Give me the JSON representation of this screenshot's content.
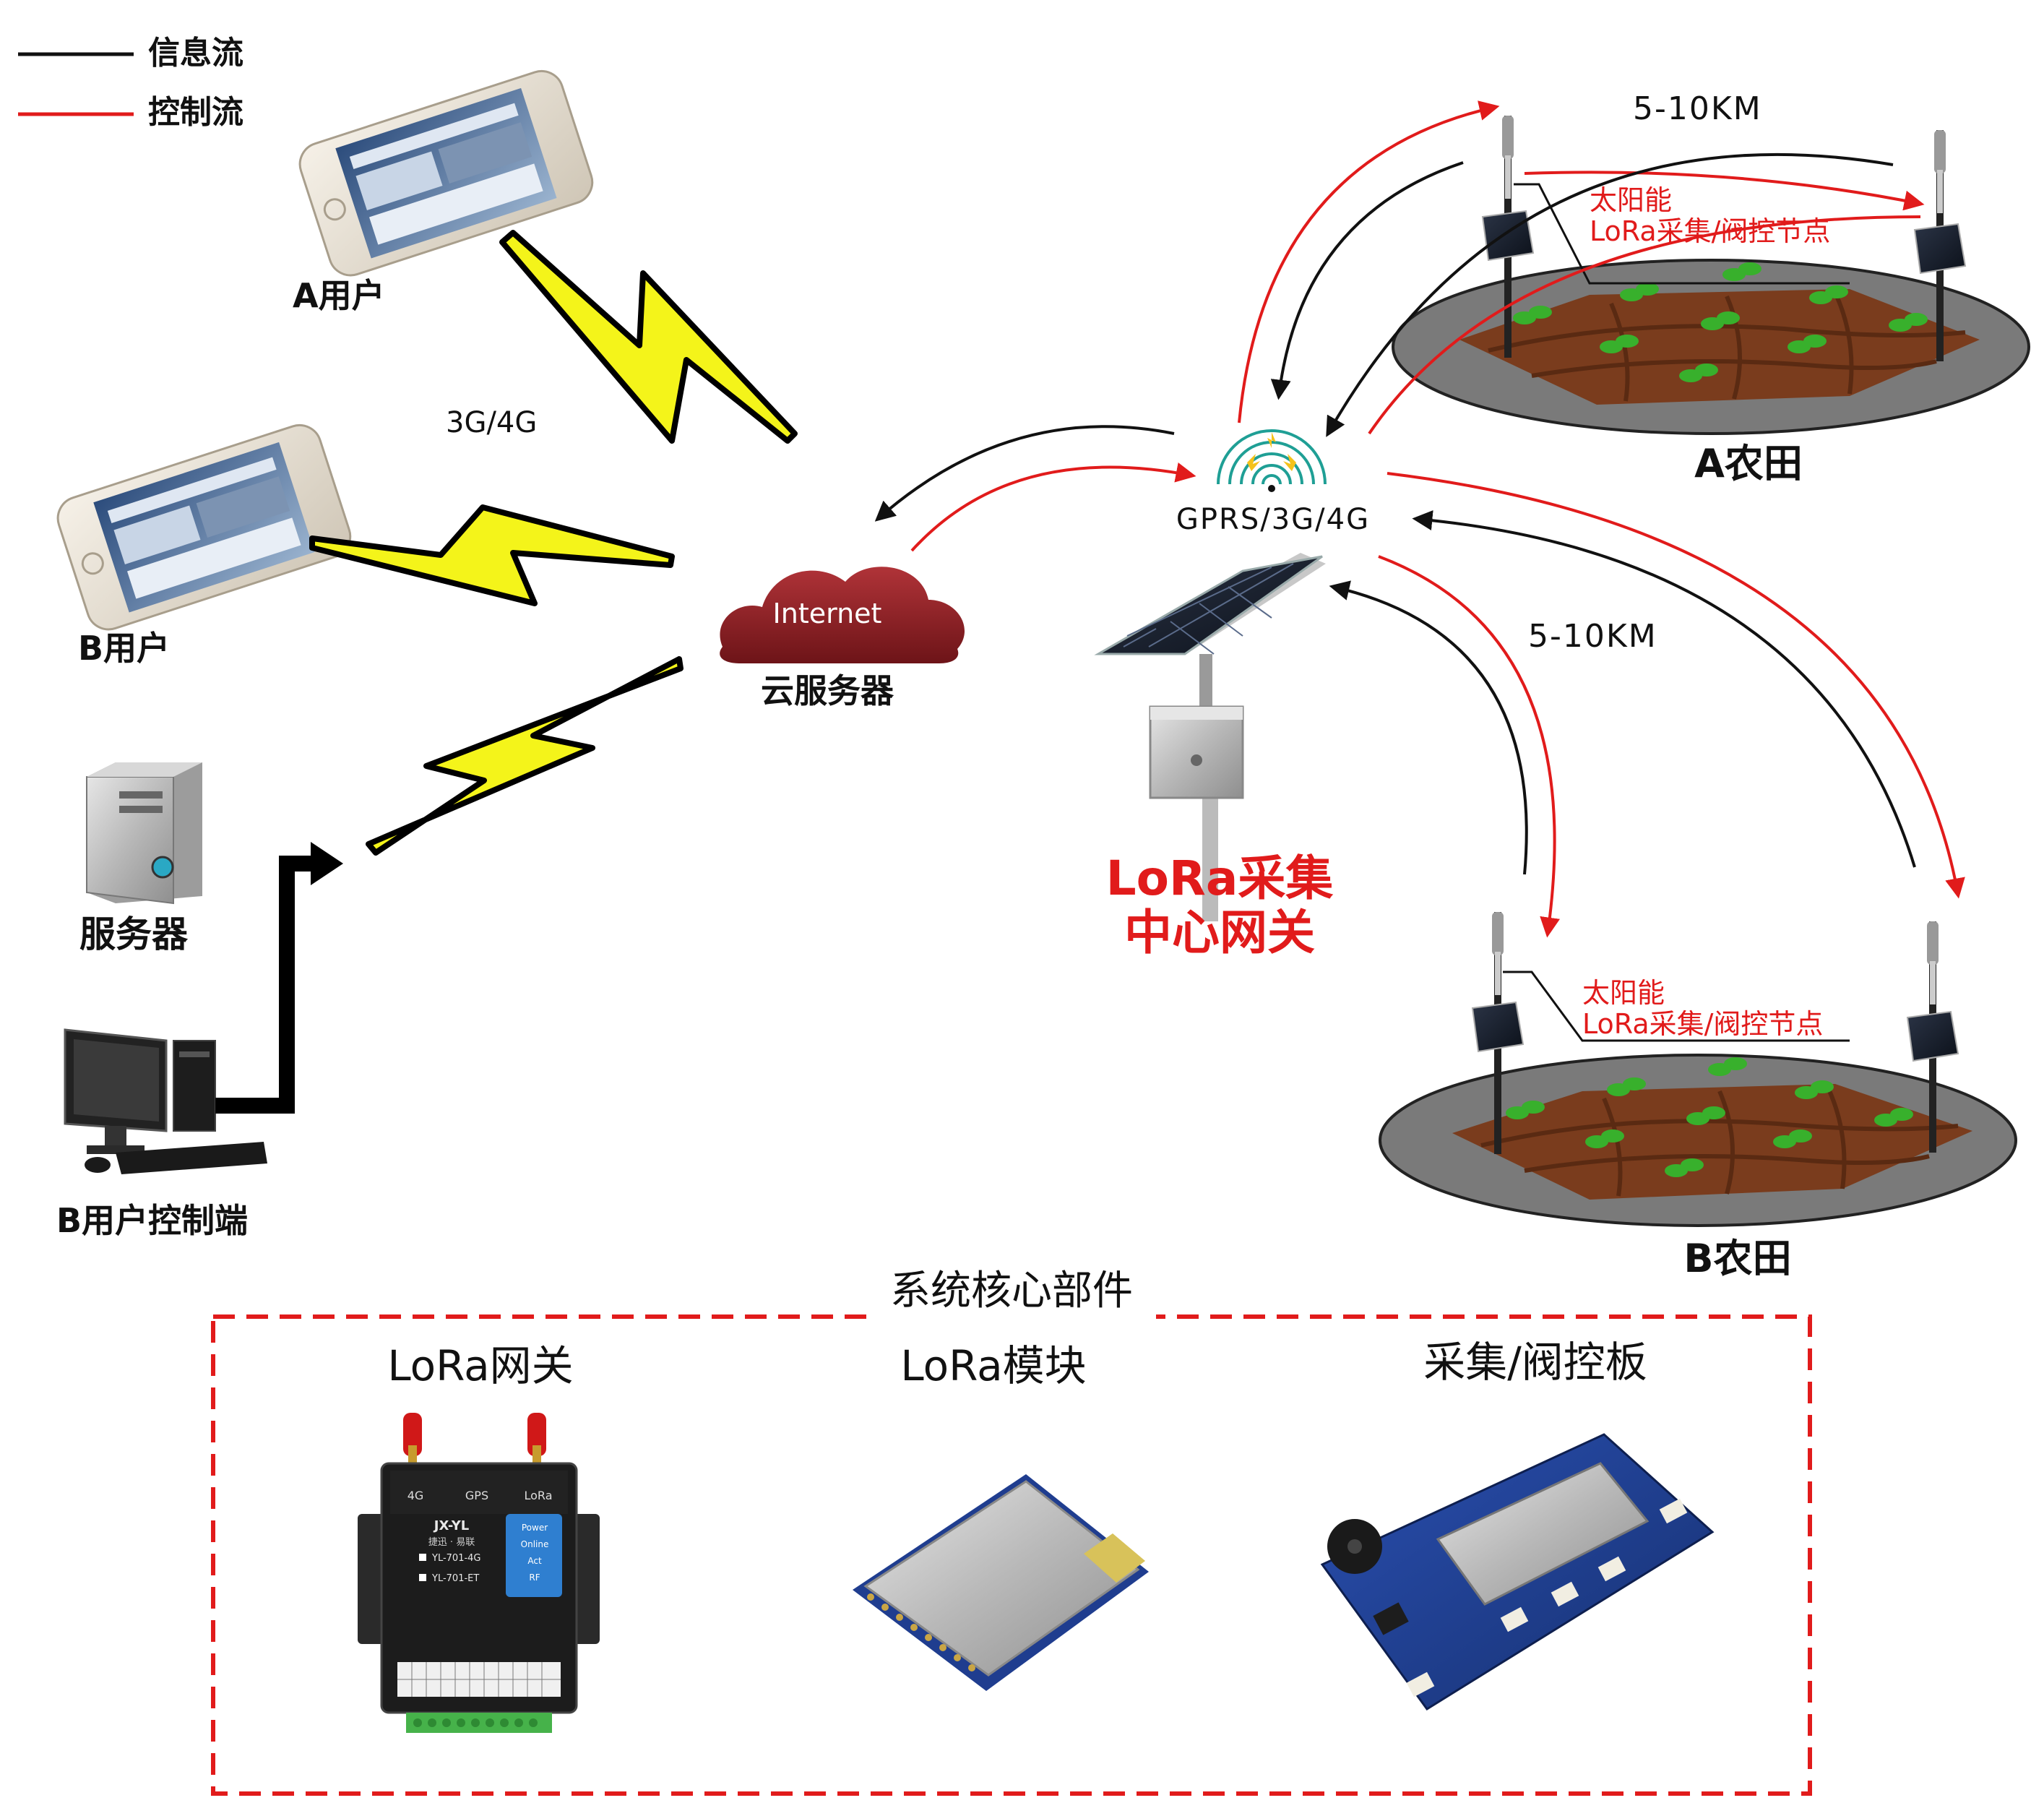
{
  "legend": {
    "info_flow": "信息流",
    "control_flow": "控制流"
  },
  "users": {
    "user_a": "A用户",
    "user_b": "B用户",
    "server": "服务器",
    "b_console": "B用户控制端"
  },
  "network": {
    "mobile_label": "3G/4G",
    "cloud_text": "Internet",
    "cloud_label": "云服务器",
    "gateway_radio": "GPRS/3G/4G",
    "gateway_title_line1": "LoRa采集",
    "gateway_title_line2": "中心网关"
  },
  "fields": {
    "distance_top": "5-10KM",
    "distance_bottom": "5-10KM",
    "node_a_line1": "太阳能",
    "node_a_line2": "LoRa采集/阀控节点",
    "node_b_line1": "太阳能",
    "node_b_line2": "LoRa采集/阀控节点",
    "field_a": "A农田",
    "field_b": "B农田"
  },
  "components": {
    "title": "系统核心部件",
    "gateway": "LoRa网关",
    "module": "LoRa模块",
    "board": "采集/阀控板"
  },
  "device_labels": {
    "brand": "JX-YL",
    "sub_brand": "捷迅 · 易联",
    "antenna_1": "4G",
    "antenna_2": "GPS",
    "antenna_3": "LoRa",
    "led_1": "Power",
    "led_2": "Online",
    "led_3": "Act",
    "led_4": "RF",
    "model_1": "YL-701-4G",
    "model_2": "YL-701-ET"
  },
  "colors": {
    "info_flow": "#111111",
    "control_flow": "#e11b1b",
    "lightning": "#f4f41a",
    "cloud": "#8e1c21",
    "soil": "#7a3c1d",
    "field_base": "#737373",
    "plant": "#38b02c",
    "dashed_box": "#e11b1b"
  }
}
